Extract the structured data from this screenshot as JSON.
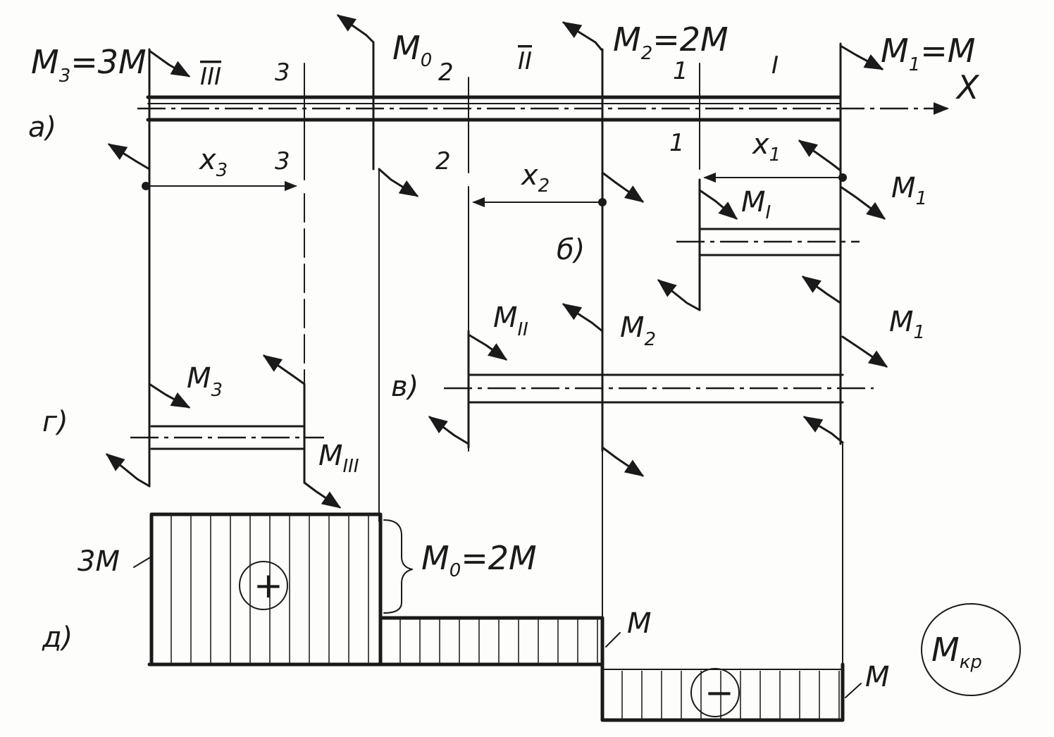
{
  "loads": {
    "m3_eq": "M",
    "m3_eq_sub": "3",
    "m3_eq_val": "=3M",
    "m0": "M",
    "m0_sub": "0",
    "m2_eq": "M",
    "m2_eq_sub": "2",
    "m2_eq_val": "=2M",
    "m1_eq": "M",
    "m1_eq_sub": "1",
    "m1_eq_val": "=M",
    "axis_x": "X"
  },
  "segments": {
    "seg_iii": "III",
    "seg_ii": "II",
    "seg_i": "I"
  },
  "sections": {
    "s3": "3",
    "s2": "2",
    "s1": "1",
    "s3b": "3",
    "s2b": "2",
    "s1b": "1"
  },
  "coords": {
    "x3": "x",
    "x3_sub": "3",
    "x2": "x",
    "x2_sub": "2",
    "x1": "x",
    "x1_sub": "1"
  },
  "views": {
    "a": "а)",
    "b": "б)",
    "v": "в)",
    "g": "г)",
    "d": "д)"
  },
  "internal": {
    "mi": "M",
    "mi_sub": "I",
    "m1a": "M",
    "m1a_sub": "1",
    "mii": "M",
    "mii_sub": "II",
    "m2": "M",
    "m2_sub": "2",
    "m1b": "M",
    "m1b_sub": "1",
    "m3": "M",
    "m3_sub": "3",
    "miii": "M",
    "miii_sub": "III"
  },
  "diagram": {
    "val_3m": "3M",
    "m0_eq": "M",
    "m0_eq_sub": "0",
    "m0_eq_val": "=2M",
    "val_m_mid": "M",
    "val_m_right": "M",
    "plus": "+",
    "minus": "−",
    "title": "M",
    "title_sub": "кр"
  }
}
